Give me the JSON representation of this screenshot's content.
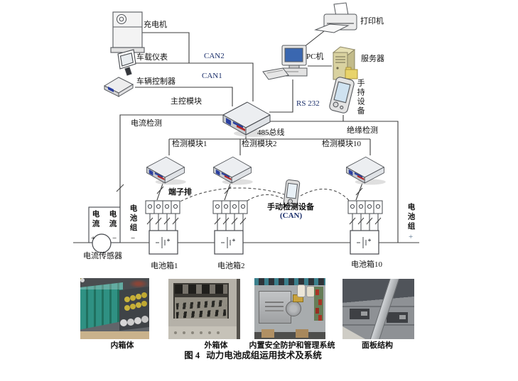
{
  "figure": {
    "caption_prefix": "图 4",
    "caption_text": "动力电池成组运用技术及系统"
  },
  "diagram": {
    "labels": {
      "charger": "充电机",
      "dashboard": "车载仪表",
      "vehicle_controller": "车辆控制器",
      "can2": "CAN2",
      "can1": "CAN1",
      "main_module": "主控模块",
      "printer": "打印机",
      "pc": "PC机",
      "server": "服务器",
      "handheld": "手持设备",
      "rs232": "RS 232",
      "current_detect": "电流检测",
      "bus485": "485总线",
      "insulation_detect": "绝缘检测",
      "det_module1": "检测模块1",
      "det_module2": "检测模块2",
      "det_module10": "检测模块10",
      "terminal_block": "端子排",
      "manual_device": "手动检测设备",
      "manual_device_bus": "(CAN)",
      "current_left": "电流",
      "current_left_sign": "+",
      "current_right": "电流",
      "current_right_sign": "−",
      "battery_group_left": "电池组",
      "battery_group_left_sign": "−",
      "battery_group_right": "电池组",
      "battery_group_right_sign": "+",
      "current_sensor": "电流传感器",
      "battery_box1": "电池箱1",
      "battery_box2": "电池箱2",
      "battery_box10": "电池箱10"
    },
    "colors": {
      "line": "#3d3d3d",
      "comm_label": "#1b2f6b",
      "module_blue": "#2a3f9f",
      "module_red": "#b22a2a",
      "server_tan": "#d9d2a0",
      "pc_screen": "#3a67b0",
      "pda_screen": "#cfe2f0"
    }
  },
  "photos": [
    {
      "label": "内箱体"
    },
    {
      "label": "外箱体"
    },
    {
      "label": "内置安全防护和管理系统"
    },
    {
      "label": "面板结构"
    }
  ]
}
